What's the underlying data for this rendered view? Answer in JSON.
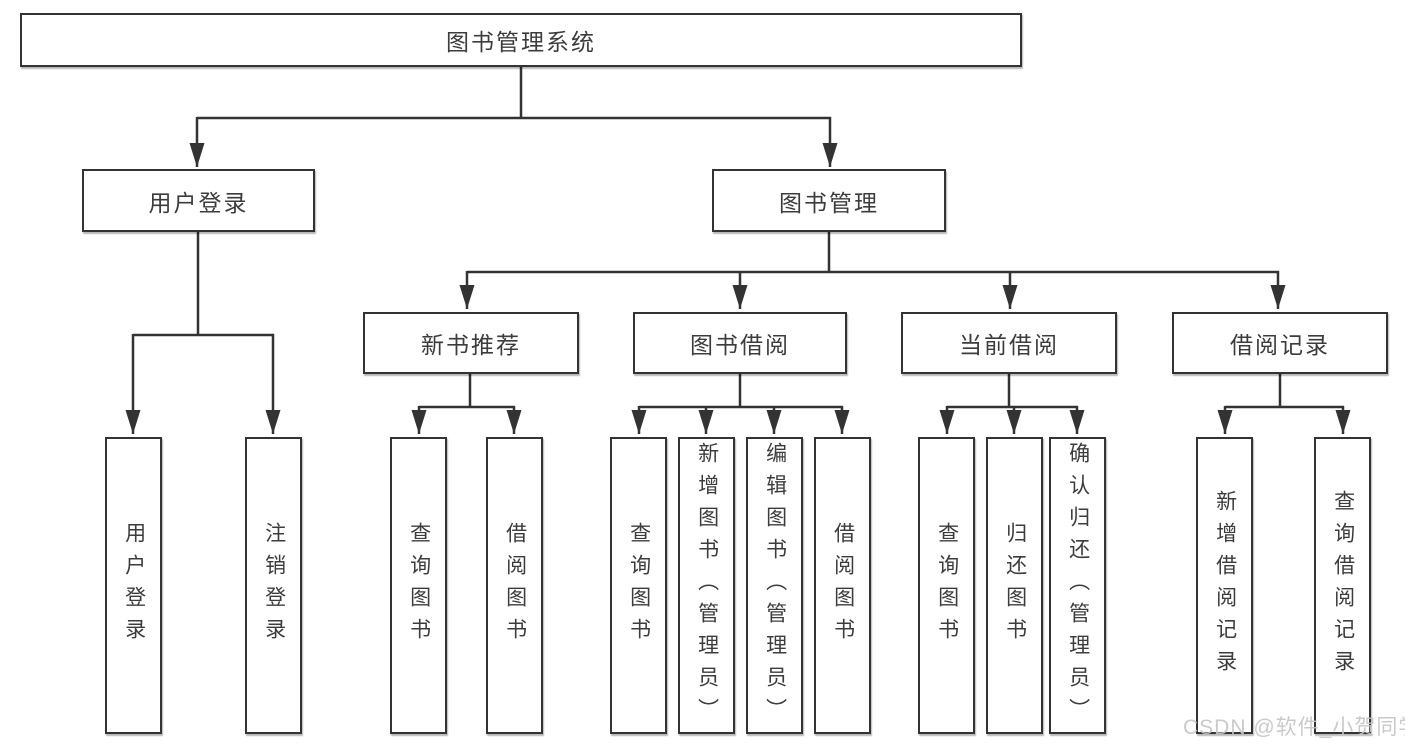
{
  "diagram": {
    "root": {
      "label": "图书管理系统"
    },
    "branches": {
      "user_login": {
        "label": "用户登录",
        "children": [
          {
            "label": "用户登录"
          },
          {
            "label": "注销登录"
          }
        ]
      },
      "book_mgmt": {
        "label": "图书管理",
        "children": [
          {
            "label": "新书推荐",
            "children": [
              {
                "label": "查询图书"
              },
              {
                "label": "借阅图书"
              }
            ]
          },
          {
            "label": "图书借阅",
            "children": [
              {
                "label": "查询图书"
              },
              {
                "label": "新增图书（管理员）"
              },
              {
                "label": "编辑图书（管理员）"
              },
              {
                "label": "借阅图书"
              }
            ]
          },
          {
            "label": "当前借阅",
            "children": [
              {
                "label": "查询图书"
              },
              {
                "label": "归还图书"
              },
              {
                "label": "确认归还（管理员）"
              }
            ]
          },
          {
            "label": "借阅记录",
            "children": [
              {
                "label": "新增借阅记录"
              },
              {
                "label": "查询借阅记录"
              }
            ]
          }
        ]
      }
    },
    "watermark": "CSDN @软件_小贺同学",
    "colors": {
      "line": "#333333",
      "border": "#333333",
      "text": "#3c3c3c",
      "background": "#ffffff",
      "watermark": "#c6c6c6"
    }
  }
}
